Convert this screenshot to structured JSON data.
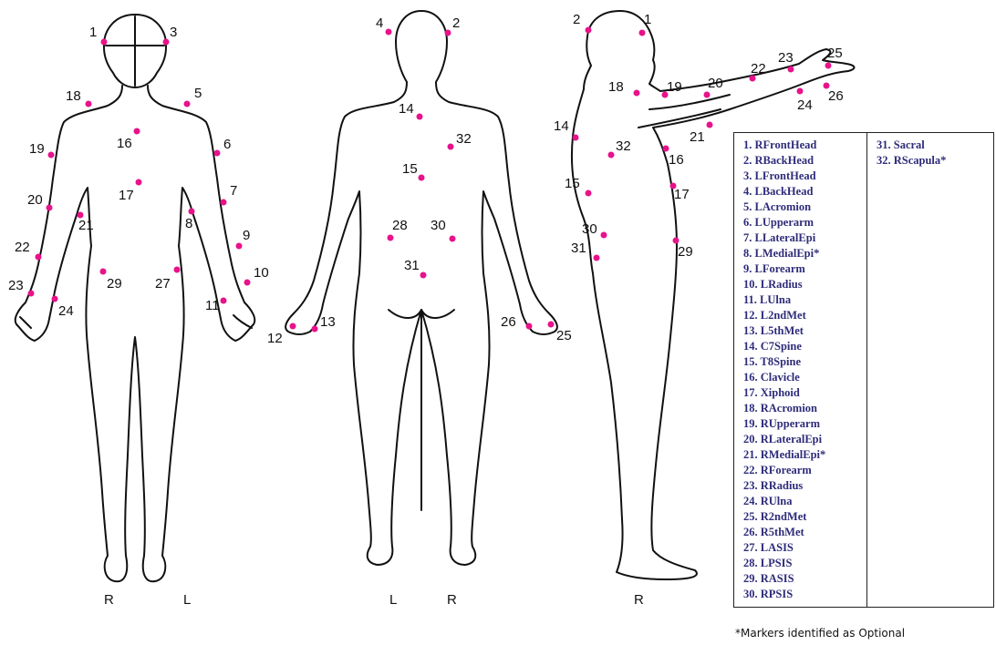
{
  "markers": [
    {
      "id": "1",
      "name": "RFrontHead"
    },
    {
      "id": "2",
      "name": "RBackHead"
    },
    {
      "id": "3",
      "name": "LFrontHead"
    },
    {
      "id": "4",
      "name": "LBackHead"
    },
    {
      "id": "5",
      "name": "LAcromion"
    },
    {
      "id": "6",
      "name": "LUpperarm"
    },
    {
      "id": "7",
      "name": "LLateralEpi"
    },
    {
      "id": "8",
      "name": "LMedialEpi*"
    },
    {
      "id": "9",
      "name": "LForearm"
    },
    {
      "id": "10",
      "name": "LRadius"
    },
    {
      "id": "11",
      "name": "LUlna"
    },
    {
      "id": "12",
      "name": "L2ndMet"
    },
    {
      "id": "13",
      "name": "L5thMet"
    },
    {
      "id": "14",
      "name": "C7Spine"
    },
    {
      "id": "15",
      "name": "T8Spine"
    },
    {
      "id": "16",
      "name": "Clavicle"
    },
    {
      "id": "17",
      "name": "Xiphoid"
    },
    {
      "id": "18",
      "name": "RAcromion"
    },
    {
      "id": "19",
      "name": "RUpperarm"
    },
    {
      "id": "20",
      "name": "RLateralEpi"
    },
    {
      "id": "21",
      "name": "RMedialEpi*"
    },
    {
      "id": "22",
      "name": "RForearm"
    },
    {
      "id": "23",
      "name": "RRadius"
    },
    {
      "id": "24",
      "name": "RUlna"
    },
    {
      "id": "25",
      "name": "R2ndMet"
    },
    {
      "id": "26",
      "name": "R5thMet"
    },
    {
      "id": "27",
      "name": "LASIS"
    },
    {
      "id": "28",
      "name": "LPSIS"
    },
    {
      "id": "29",
      "name": "RASIS"
    },
    {
      "id": "30",
      "name": "RPSIS"
    },
    {
      "id": "31",
      "name": "Sacral"
    },
    {
      "id": "32",
      "name": "RScapula*"
    }
  ],
  "views": {
    "front": {
      "left_label": "R",
      "right_label": "L"
    },
    "back": {
      "left_label": "L",
      "right_label": "R"
    },
    "side": {
      "label": "R"
    }
  },
  "footnote": "*Markers identified as Optional",
  "colors": {
    "marker": "#e8128a",
    "legend_text": "#2e2c7a",
    "outline": "#111111"
  }
}
